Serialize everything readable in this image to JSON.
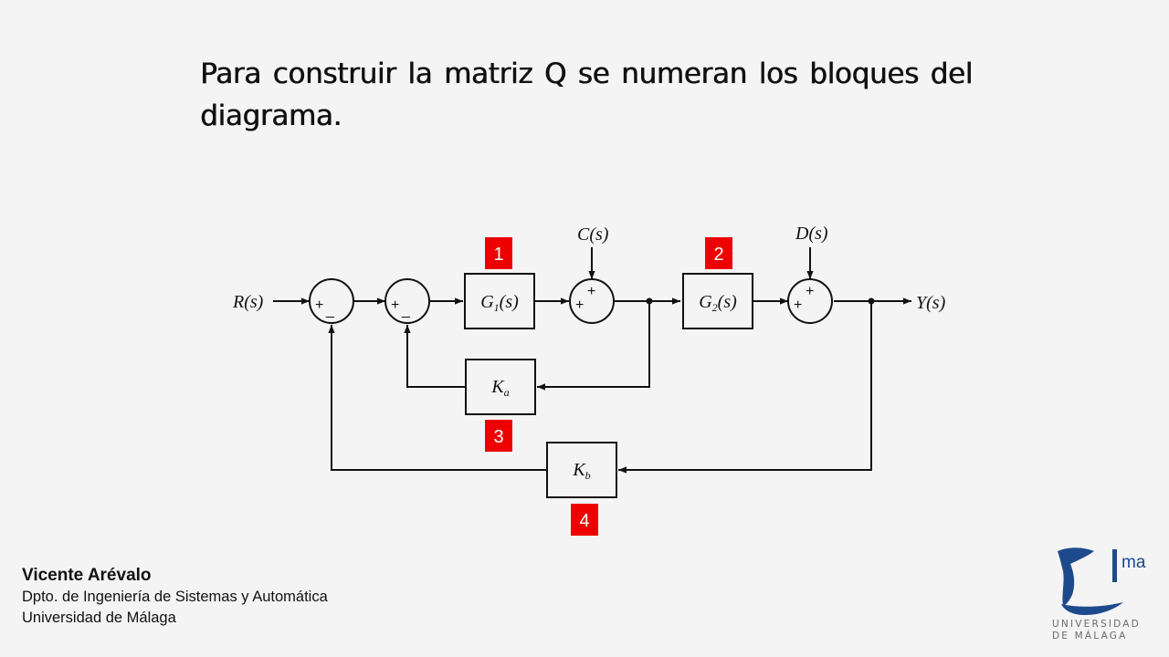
{
  "slide": {
    "title": "Para construir la matriz Q se numeran los bloques del diagrama."
  },
  "diagram": {
    "input_signal": "R(s)",
    "output_signal": "Y(s)",
    "disturbances": [
      {
        "label": "C(s)"
      },
      {
        "label": "D(s)"
      }
    ],
    "blocks": [
      {
        "label": "G1(s)",
        "number": "1"
      },
      {
        "label": "G2(s)",
        "number": "2"
      },
      {
        "label": "Ka",
        "number": "3"
      },
      {
        "label": "Kb",
        "number": "4"
      }
    ],
    "summing_junctions": [
      {
        "signs": [
          "+",
          "_"
        ]
      },
      {
        "signs": [
          "+",
          "_"
        ]
      },
      {
        "signs": [
          "+",
          "+"
        ]
      },
      {
        "signs": [
          "+",
          "+"
        ]
      }
    ],
    "number_badge_color": "#ee0000",
    "line_color": "#111111"
  },
  "footer": {
    "author": "Vicente Arévalo",
    "department": "Dpto. de Ingeniería de Sistemas y Automática",
    "university": "Universidad de Málaga"
  },
  "logo": {
    "mark_text": "ma",
    "line1": "UNIVERSIDAD",
    "line2": "DE MÁLAGA",
    "color": "#1d4a8c"
  }
}
